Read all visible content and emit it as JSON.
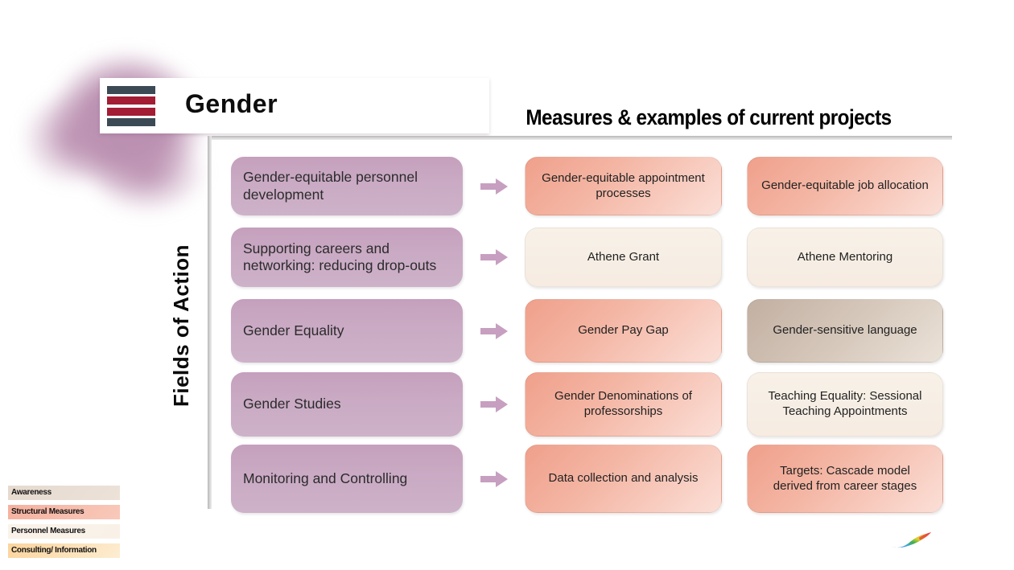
{
  "header": {
    "title": "Gender",
    "subtitle": "Measures & examples of current projects",
    "fields_label": "Fields of Action"
  },
  "rows": [
    {
      "field": "Gender-equitable personnel development",
      "measure": {
        "text": "Gender-equitable appointment processes",
        "style": "structural"
      },
      "example": {
        "text": "Gender-equitable job allocation",
        "style": "structural"
      }
    },
    {
      "field": "Supporting careers and networking: reducing drop-outs",
      "measure": {
        "text": "Athene Grant",
        "style": "personnel"
      },
      "example": {
        "text": "Athene Mentoring",
        "style": "personnel"
      }
    },
    {
      "field": "Gender Equality",
      "measure": {
        "text": "Gender Pay Gap",
        "style": "structural"
      },
      "example": {
        "text": "Gender-sensitive language",
        "style": "awareness"
      }
    },
    {
      "field": "Gender Studies",
      "measure": {
        "text": "Gender Denominations of professorships",
        "style": "structural"
      },
      "example": {
        "text": "Teaching Equality: Sessional Teaching Appointments",
        "style": "personnel"
      }
    },
    {
      "field": "Monitoring and Controlling",
      "measure": {
        "text": "Data collection and analysis",
        "style": "structural"
      },
      "example": {
        "text": "Targets: Cascade model derived from career stages",
        "style": "structural"
      }
    }
  ],
  "legend": {
    "items": [
      {
        "label": "Awareness",
        "style": "awareness",
        "color": "#e6dacf"
      },
      {
        "label": "Structural Measures",
        "style": "structural",
        "color": "#f5b09e"
      },
      {
        "label": "Personnel Measures",
        "style": "personnel",
        "color": "#faf3ea"
      },
      {
        "label": "Consulting/ Information",
        "style": "consulting",
        "color": "#fbd49c"
      }
    ]
  },
  "icons": {
    "logo": "tu-darmstadt-stripes-logo",
    "row_arrow": "arrow-right-icon",
    "footer": "rainbow-swoosh-logo"
  },
  "colors": {
    "field_box": "#c9a9c4",
    "structural": "#efa08b",
    "personnel": "#f8f1e7",
    "awareness": "#c2b0a2",
    "consulting": "#fbd49a",
    "arrow": "#c79fc0",
    "blob": "#bc92b2",
    "logo_dark": "#3c4a56",
    "logo_red": "#a31d35"
  }
}
